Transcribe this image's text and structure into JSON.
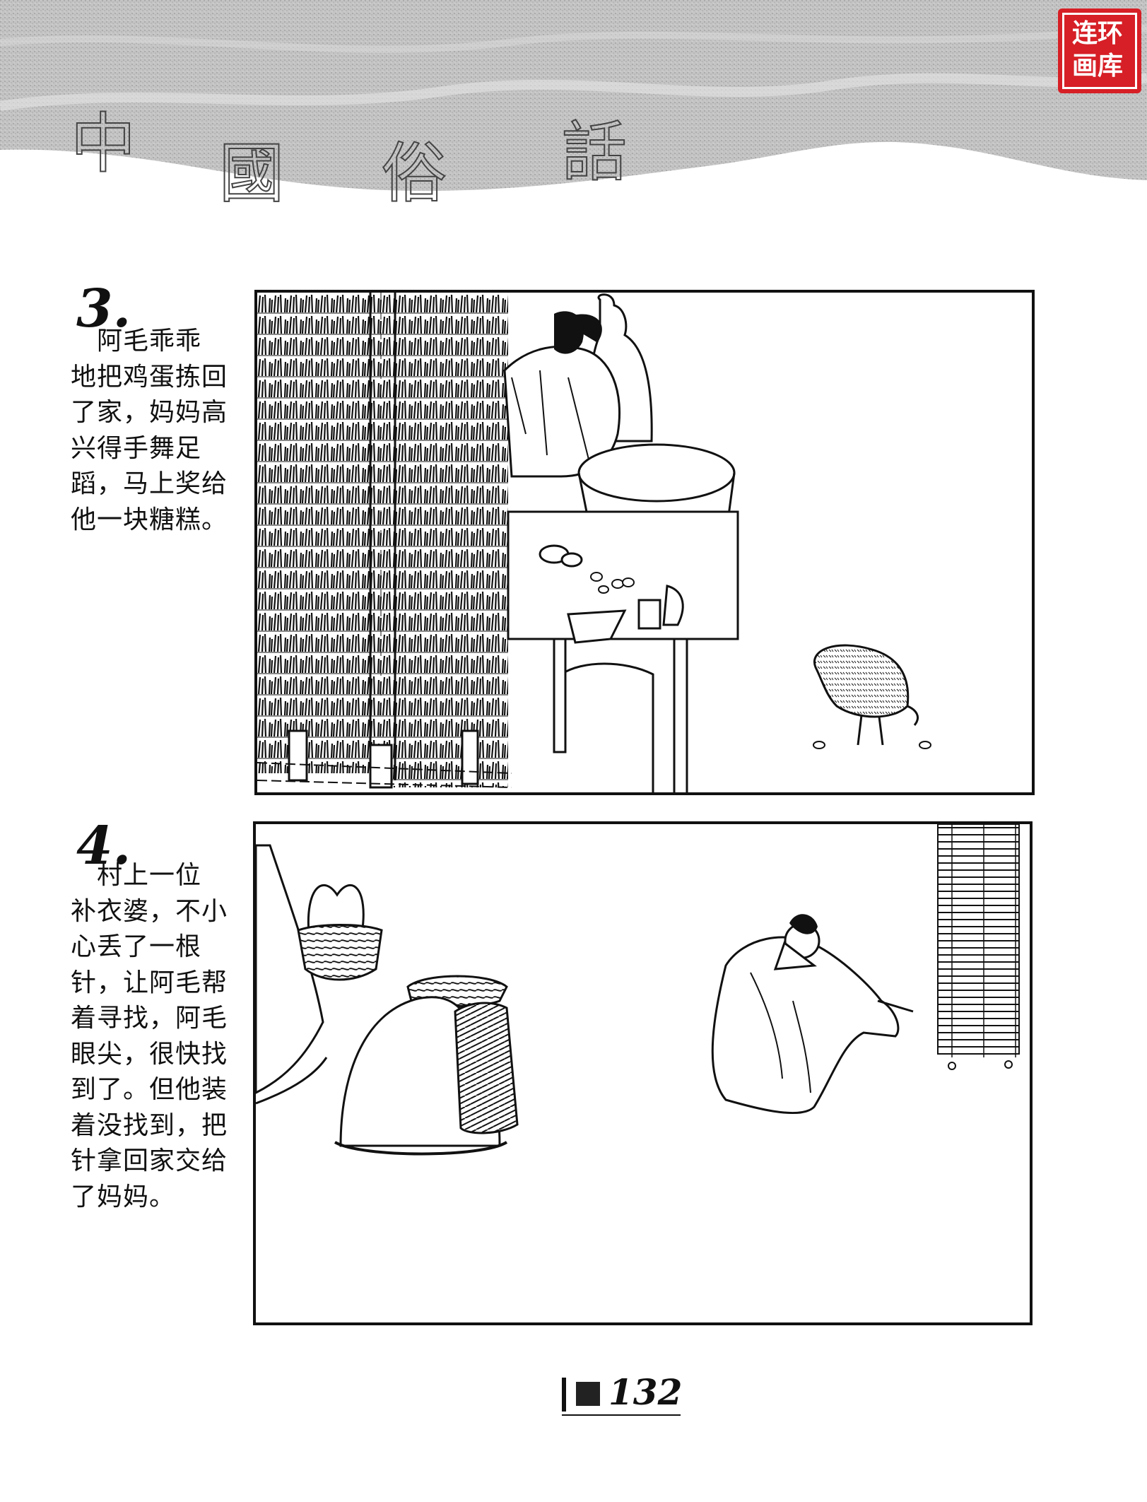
{
  "header": {
    "title_chars": [
      "中",
      "國",
      "俗",
      "話"
    ],
    "band_color": "#bdbdbd"
  },
  "stamp": {
    "line1": "连环",
    "line2": "画库",
    "color": "#d61f26"
  },
  "panels": [
    {
      "number": "3.",
      "caption": "　阿毛乖乖\n地把鸡蛋拣回\n了家，妈妈高\n兴得手舞足\n蹈，马上奖给\n他一块糖糕。"
    },
    {
      "number": "4.",
      "caption": "　村上一位\n补衣婆，不小\n心丢了一根\n针，让阿毛帮\n着寻找，阿毛\n眼尖，很快找\n到了。但他装\n着没找到，把\n针拿回家交给\n了妈妈。"
    }
  ],
  "page_number": "132"
}
